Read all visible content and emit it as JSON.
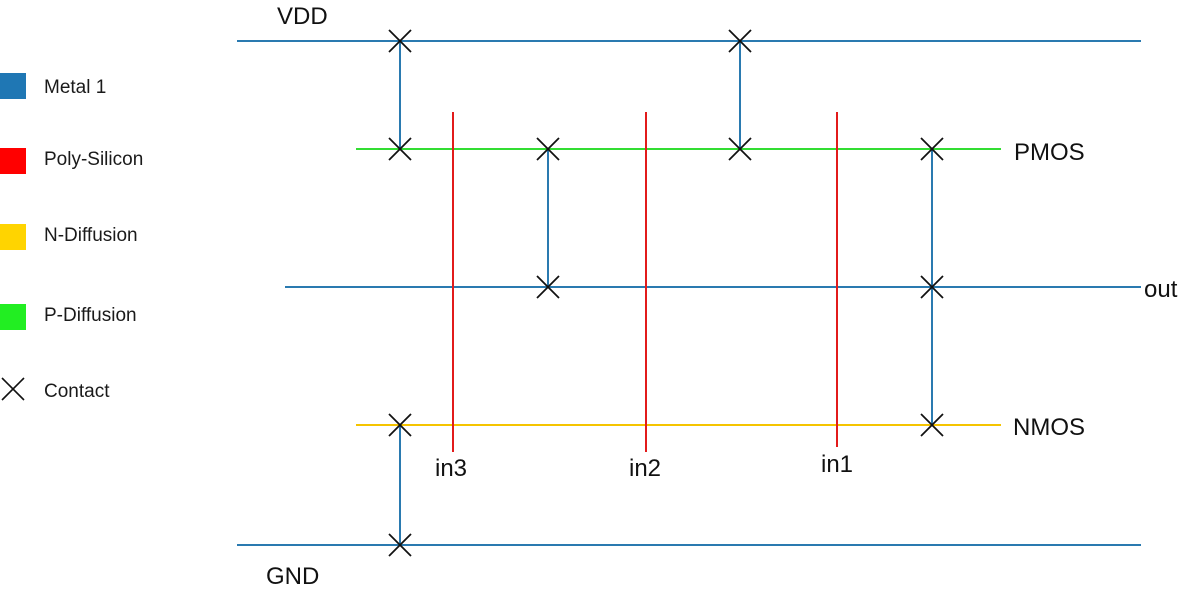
{
  "legend": {
    "metal1": {
      "label": "Metal 1",
      "color": "#1f77b4"
    },
    "poly": {
      "label": "Poly-Silicon",
      "color": "#ff0000"
    },
    "ndiff": {
      "label": "N-Diffusion",
      "color": "#ffd400"
    },
    "pdiff": {
      "label": "P-Diffusion",
      "color": "#22ee22"
    },
    "contact": {
      "label": "Contact",
      "icon": "x-contact-icon",
      "color": "#111111"
    }
  },
  "labels": {
    "vdd": "VDD",
    "gnd": "GND",
    "pmos": "PMOS",
    "nmos": "NMOS",
    "out": "out",
    "in3": "in3",
    "in2": "in2",
    "in1": "in1"
  },
  "colors": {
    "metal1": "#2a7ab0",
    "poly": "#e21b1b",
    "ndiff": "#f5c400",
    "pdiff": "#33dd33",
    "contact": "#111111"
  }
}
